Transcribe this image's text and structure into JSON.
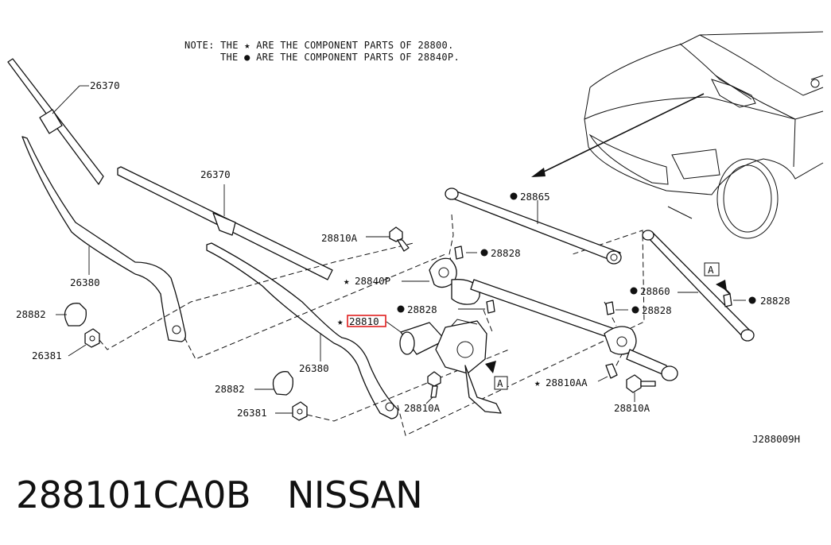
{
  "note": {
    "line1": "NOTE: THE ★ ARE THE COMPONENT PARTS OF 28800.",
    "line2": "THE ● ARE THE COMPONENT PARTS OF 28840P."
  },
  "labels": {
    "blade_left": "26370",
    "blade_mid": "26370",
    "arm_left": "26380",
    "arm_right": "26380",
    "cap_left": "28882",
    "cap_right": "28882",
    "nut_left": "26381",
    "nut_right": "26381",
    "bolt_top": "28810A",
    "bolt_bottom_left": "28810A",
    "bolt_bottom_right": "28810A",
    "bolt_aa": "28810AA",
    "linkage": "28840P",
    "motor": "28810",
    "rod_top": "28865",
    "rod_right": "28860",
    "bush_1": "28828",
    "bush_2": "28828",
    "bush_3": "28828",
    "bush_4": "28828",
    "view_marker_1": "A",
    "view_marker_2": "A",
    "drawing_code": "J288009H"
  },
  "caption": {
    "part_number": "288101CA0B",
    "brand": "NISSAN"
  },
  "highlight_color": "#e02020"
}
